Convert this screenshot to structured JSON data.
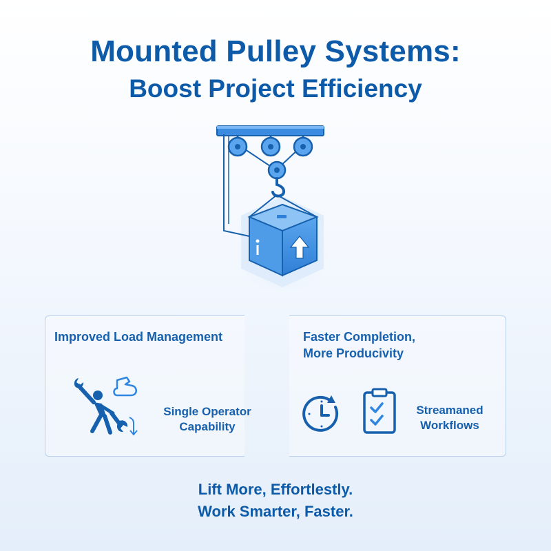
{
  "header": {
    "title_line1": "Mounted Pulley Systems:",
    "title_line2": "Boost Project Efficiency"
  },
  "hero": {
    "icon": "pulley-lifting-box-icon"
  },
  "left_panel": {
    "heading": "Improved Load Management",
    "feature_line1": "Single Operator",
    "feature_line2": "Capability",
    "icon": "worker-wrench-strength-icon"
  },
  "right_panel": {
    "heading_line1": "Faster Completion,",
    "heading_line2": "More Producivity",
    "feature_line1": "Streamaned",
    "feature_line2": "Workflows",
    "icons": [
      "clock-icon",
      "clipboard-checklist-icon"
    ]
  },
  "footer": {
    "tagline_line1": "Lift More, Effortlestly.",
    "tagline_line2": "Work Smarter, Faster."
  },
  "colors": {
    "primary": "#0d5aa8",
    "accent": "#2f86e0",
    "light": "#b9d1ef"
  }
}
